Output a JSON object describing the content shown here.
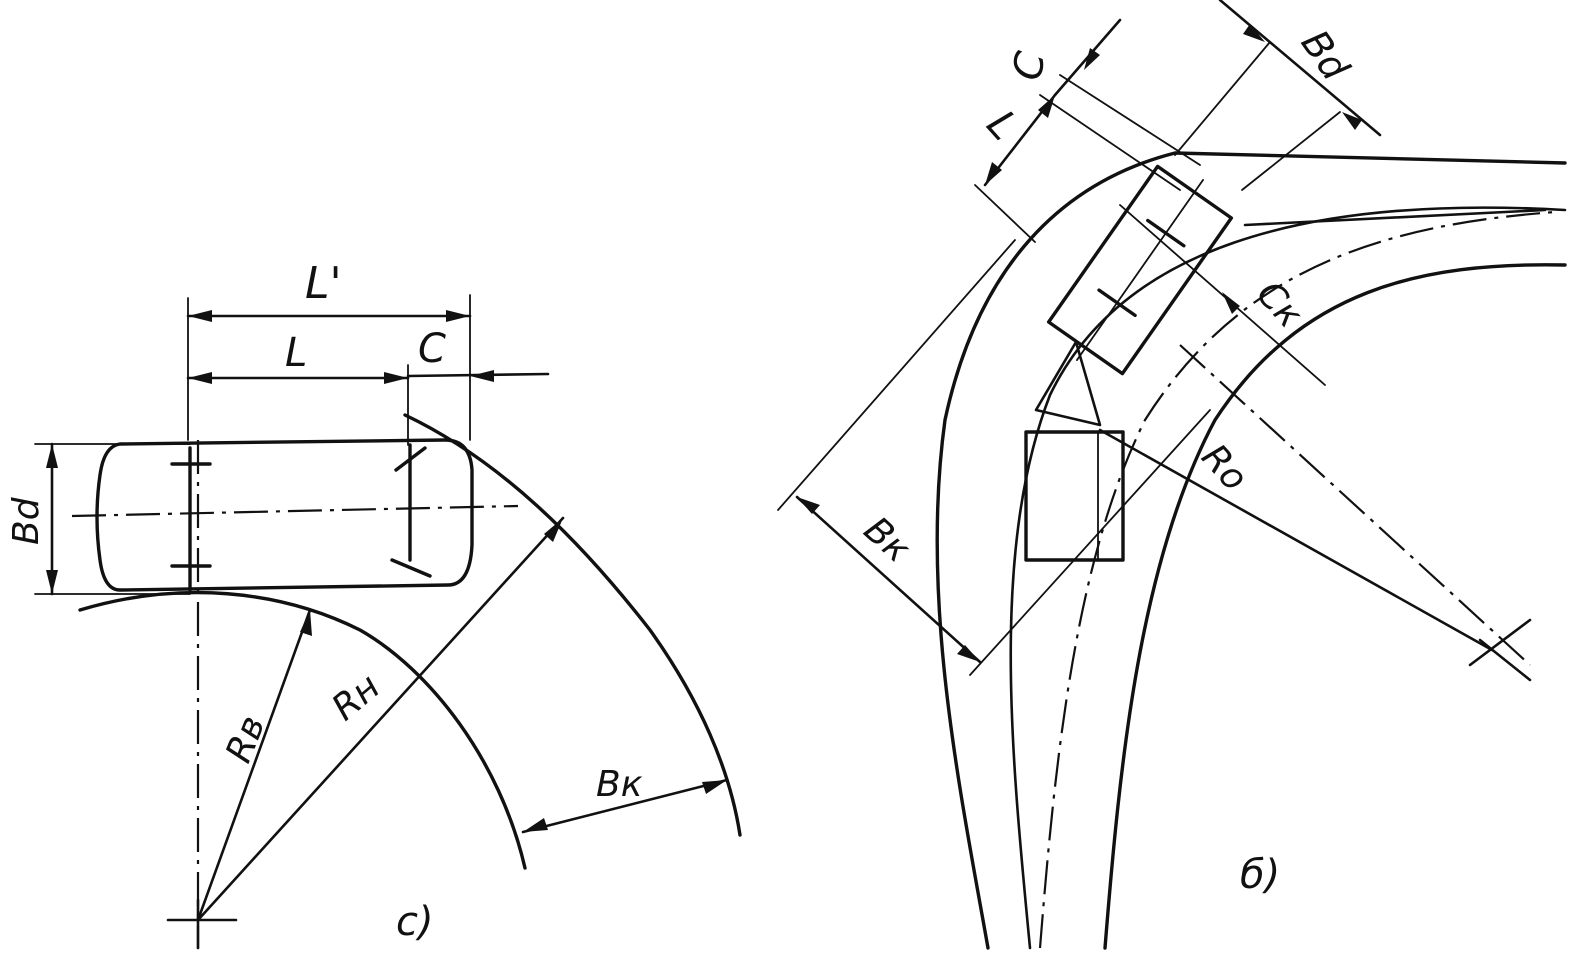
{
  "figure_a": {
    "L_prime": "L'",
    "L": "L",
    "C": "C",
    "Bd": "Bd",
    "Rv": "Rв",
    "Rn": "Rн",
    "Bk": "Bк",
    "caption": "с)"
  },
  "figure_b": {
    "C": "C",
    "Bd": "Bd",
    "L": "L",
    "Ck": "Cк",
    "Ro": "Ro",
    "Bk": "Bк",
    "caption": "б)"
  }
}
